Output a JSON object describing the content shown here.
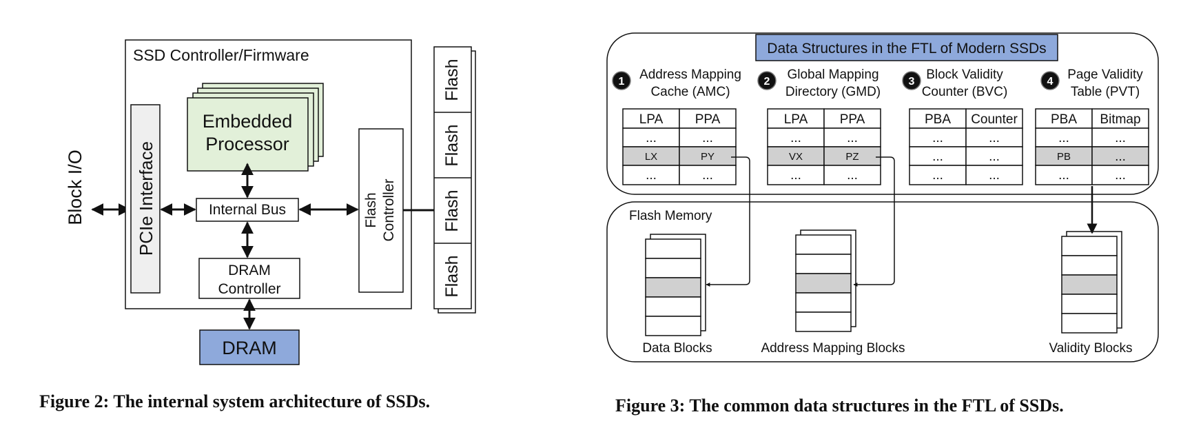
{
  "fig2": {
    "block_io": "Block I/O",
    "controller_title": "SSD Controller/Firmware",
    "pcie": "PCIe Interface",
    "embedded_l1": "Embedded",
    "embedded_l2": "Processor",
    "internal_bus": "Internal Bus",
    "dram_ctrl_l1": "DRAM",
    "dram_ctrl_l2": "Controller",
    "flash_ctrl_l1": "Flash",
    "flash_ctrl_l2": "Controller",
    "flash_chips": [
      "Flash",
      "Flash",
      "Flash",
      "Flash"
    ],
    "dram": "DRAM",
    "caption": "Figure 2: The internal system architecture of SSDs."
  },
  "fig3": {
    "title": "Data Structures in the FTL of Modern SSDs",
    "tables": [
      {
        "num": "1",
        "name_l1": "Address Mapping",
        "name_l2": "Cache (AMC)",
        "headers": [
          "LPA",
          "PPA"
        ],
        "rows": [
          [
            "...",
            "..."
          ],
          [
            "LX",
            "PY"
          ],
          [
            "...",
            "..."
          ]
        ]
      },
      {
        "num": "2",
        "name_l1": "Global Mapping",
        "name_l2": "Directory (GMD)",
        "headers": [
          "LPA",
          "PPA"
        ],
        "rows": [
          [
            "...",
            "..."
          ],
          [
            "VX",
            "PZ"
          ],
          [
            "...",
            "..."
          ]
        ]
      },
      {
        "num": "3",
        "name_l1": "Block Validity",
        "name_l2": "Counter (BVC)",
        "headers": [
          "PBA",
          "Counter"
        ],
        "rows": [
          [
            "...",
            "..."
          ],
          [
            "...",
            "..."
          ],
          [
            "...",
            "..."
          ]
        ]
      },
      {
        "num": "4",
        "name_l1": "Page Validity",
        "name_l2": "Table (PVT)",
        "headers": [
          "PBA",
          "Bitmap"
        ],
        "rows": [
          [
            "...",
            "..."
          ],
          [
            "PB",
            "..."
          ],
          [
            "...",
            "..."
          ]
        ]
      }
    ],
    "flash_memory": "Flash Memory",
    "data_blocks": "Data Blocks",
    "address_mapping_blocks": "Address Mapping Blocks",
    "validity_blocks": "Validity Blocks",
    "caption": "Figure 3: The common data structures in the FTL of SSDs."
  },
  "colors": {
    "embedded_fill": "#e2f0d9",
    "dram_fill": "#8ea9db",
    "title_fill": "#8ea9db",
    "highlight_fill": "#d0d0d0",
    "pcie_fill": "#efefef"
  }
}
